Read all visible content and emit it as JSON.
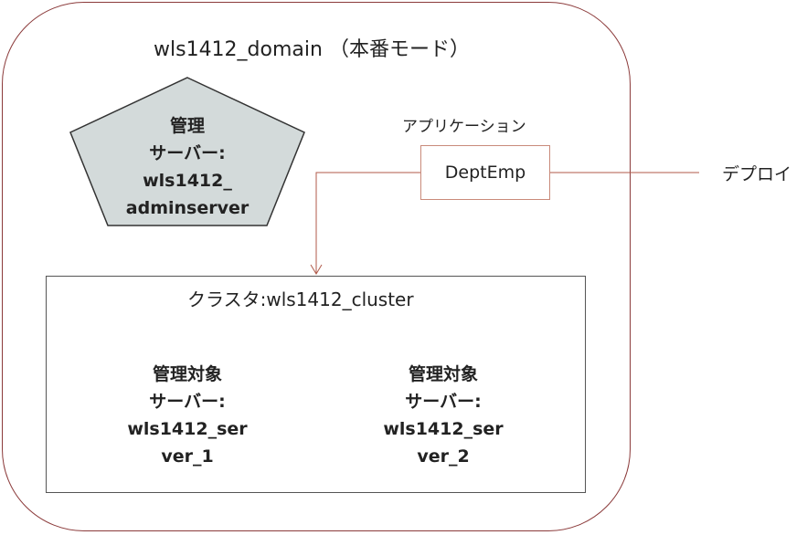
{
  "domain": {
    "title": "wls1412_domain （本番モード）"
  },
  "admin_server": {
    "lines": [
      "管理",
      "サーバー:",
      "wls1412_",
      "adminserver"
    ]
  },
  "application": {
    "label": "アプリケーション",
    "name": "DeptEmp"
  },
  "deploy": {
    "label": "デプロイ"
  },
  "cluster": {
    "title": "クラスタ:wls1412_cluster",
    "servers": [
      {
        "lines": [
          "管理対象",
          "サーバー:",
          "wls1412_ser",
          "ver_1"
        ]
      },
      {
        "lines": [
          "管理対象",
          "サーバー:",
          "wls1412_ser",
          "ver_2"
        ]
      }
    ]
  },
  "colors": {
    "domain_border": "#8b3a3a",
    "admin_fill": "#d3dada",
    "managed_fill_top": "#66ccff",
    "managed_fill_bottom": "#c6e9fb",
    "arrow": "#b05a4a"
  }
}
